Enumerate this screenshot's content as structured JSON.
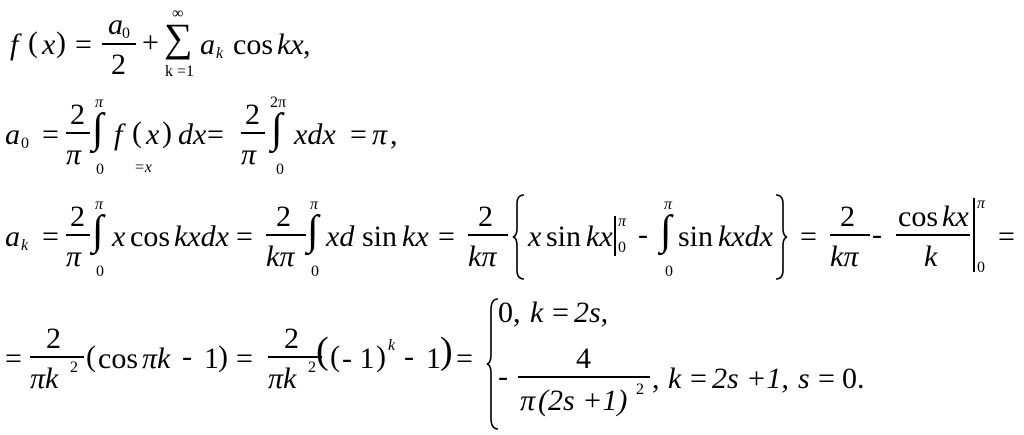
{
  "line1": {
    "f": "f",
    "lp": "(",
    "x": "x",
    "rp": ")",
    "eq": "=",
    "num_a": "a",
    "num_sub": "0",
    "den": "2",
    "plus": "+",
    "sum": "∑",
    "sum_top": "∞",
    "sum_bot": "k =1",
    "a": "a",
    "a_sub": "k",
    "cos": "cos",
    "kx": "kx",
    "comma": ","
  },
  "line2": {
    "a": "a",
    "a_sub": "0",
    "eq1": "=",
    "num1": "2",
    "den1": "π",
    "int": "∫",
    "int_top": "π",
    "int_bot": "0",
    "f": "f",
    "lp": "(",
    "x": "x",
    "rp": ")",
    "under": "=x",
    "dx": "dx",
    "eq2": "=",
    "num2": "2",
    "den2": "π",
    "int2_top": "2π",
    "int2_bot": "0",
    "xdx": "xdx",
    "eq3": "=",
    "pi": "π",
    "comma": ","
  },
  "line3": {
    "a": "a",
    "a_sub": "k",
    "eq1": "=",
    "num1": "2",
    "den1": "π",
    "int": "∫",
    "int_top": "π",
    "int_bot": "0",
    "x": "x",
    "cos": "cos",
    "kxdx": "kxdx",
    "eq2": "=",
    "num2": "2",
    "den2": "kπ",
    "xd": "xd",
    "sin": "sin",
    "kx": "kx",
    "eq3": "=",
    "num3": "2",
    "den3": "kπ",
    "xsin": "x",
    "sin2": "sin",
    "kx2": "kx",
    "bar_top": "π",
    "bar_bot": "0",
    "minus": "-",
    "sin3": "sin",
    "kxdx2": "kxdx",
    "eq4": "=",
    "num4": "2",
    "den4": "kπ",
    "minus2": "-",
    "cos2": "cos",
    "kx3": "kx",
    "den5": "k",
    "bar2_top": "π",
    "bar2_bot": "0",
    "eq5": "="
  },
  "line4": {
    "eq0": "=",
    "num1": "2",
    "den1": "πk",
    "den1_sup": "2",
    "lp": "(",
    "cos": "cos",
    "pik": "πk",
    "minus": "-",
    "one": "1",
    "rp": ")",
    "eq1": "=",
    "num2": "2",
    "den2": "πk",
    "den2_sup": "2",
    "lp2": "(",
    "lp3": "(",
    "m1": "- 1",
    "rp3": ")",
    "sup_k": "k",
    "minus2": "-",
    "one2": "1",
    "rp2": ")",
    "eq2": "=",
    "case1": "0,",
    "case1_k": "k",
    "case1_eq": "=",
    "case1_val": "2s,",
    "case2_minus": "-",
    "case2_num": "4",
    "case2_den_pi": "π",
    "case2_den_inner": "(2s +1)",
    "case2_den_sup": "2",
    "case2_comma": ",",
    "case2_k": "k",
    "case2_eq": "=",
    "case2_val": "2s +1,",
    "case2_s": "s",
    "case2_eq2": "=",
    "case2_zero": "0."
  }
}
